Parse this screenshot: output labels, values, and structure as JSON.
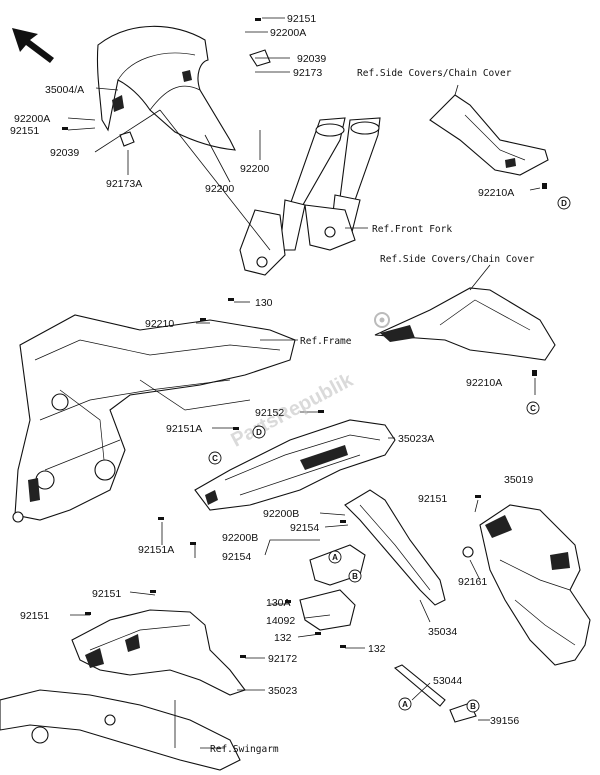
{
  "labels": {
    "p92151_a": "92151",
    "p92200A_a": "92200A",
    "p92039_a": "92039",
    "p92173": "92173",
    "p35004A": "35004/A",
    "p92200A_b": "92200A",
    "p92151_b": "92151",
    "p92039_b": "92039",
    "p92173A": "92173A",
    "p92200_a": "92200",
    "p92200_b": "92200",
    "p92210A_a": "92210A",
    "p130": "130",
    "p92210": "92210",
    "p92152": "92152",
    "p92151A_a": "92151A",
    "p35023A": "35023A",
    "p92210A_b": "92210A",
    "p35019": "35019",
    "p92151_c": "92151",
    "p92200B_a": "92200B",
    "p92154_a": "92154",
    "p92151A_b": "92151A",
    "p92200B_b": "92200B",
    "p92154_b": "92154",
    "p92161": "92161",
    "p130A": "130A",
    "p14092": "14092",
    "p132_a": "132",
    "p132_b": "132",
    "p35034": "35034",
    "p92151_d": "92151",
    "p92151_e": "92151",
    "p92172": "92172",
    "p35023": "35023",
    "p53044": "53044",
    "p39156": "39156"
  },
  "refs": {
    "side_covers_1": "Ref.Side Covers/Chain Cover",
    "front_fork": "Ref.Front Fork",
    "side_covers_2": "Ref.Side Covers/Chain Cover",
    "frame": "Ref.Frame",
    "swingarm": "Ref.Swingarm"
  },
  "callouts": {
    "d1": "D",
    "d2": "D",
    "c1": "C",
    "c2": "C",
    "a1": "A",
    "a2": "A",
    "b1": "B",
    "b2": "B"
  },
  "watermark": "PartsRepublik",
  "icons": {
    "direction": "direction-arrow-icon"
  }
}
